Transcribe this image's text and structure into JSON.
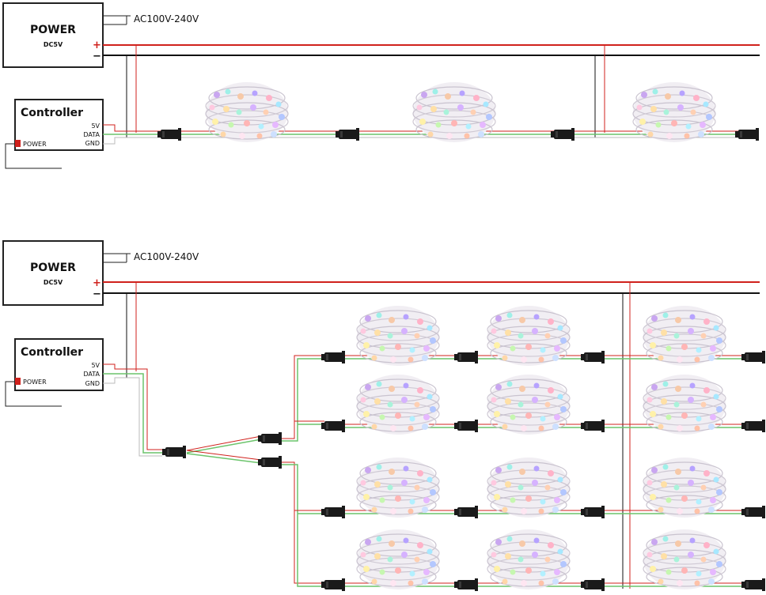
{
  "top": {
    "power": {
      "title": "POWER",
      "sub": "DC5V",
      "plus": "+",
      "minus": "−"
    },
    "ac_label": "AC100V-240V",
    "controller": {
      "title": "Controller",
      "pin_5v": "5V",
      "pin_data": "DATA",
      "pin_gnd": "GND",
      "power_label": "POWER"
    }
  },
  "bottom": {
    "power": {
      "title": "POWER",
      "sub": "DC5V",
      "plus": "+",
      "minus": "−"
    },
    "ac_label": "AC100V-240V",
    "controller": {
      "title": "Controller",
      "pin_5v": "5V",
      "pin_data": "DATA",
      "pin_gnd": "GND",
      "power_label": "POWER"
    }
  },
  "colors": {
    "positive": "#d0211c",
    "negative": "#111111",
    "data": "#6cc46c"
  }
}
